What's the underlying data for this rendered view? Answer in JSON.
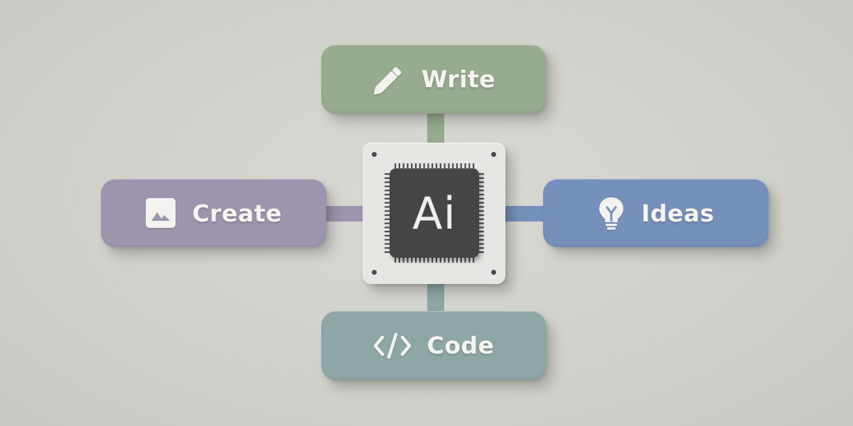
{
  "colors": {
    "write": "#97ab8f",
    "code": "#8ea7a6",
    "create": "#9e94ad",
    "ideas": "#7690bc",
    "chip_board": "#e6e6e3",
    "chip_core": "#444545",
    "chip_pins": "#4d4d4d",
    "screw": "#4a4a4a"
  },
  "chip": {
    "label": "Ai"
  },
  "cards": {
    "write": {
      "label": "Write",
      "icon": "pencil-icon"
    },
    "create": {
      "label": "Create",
      "icon": "image-icon"
    },
    "ideas": {
      "label": "Ideas",
      "icon": "lightbulb-icon"
    },
    "code": {
      "label": "Code",
      "icon": "code-icon"
    }
  }
}
